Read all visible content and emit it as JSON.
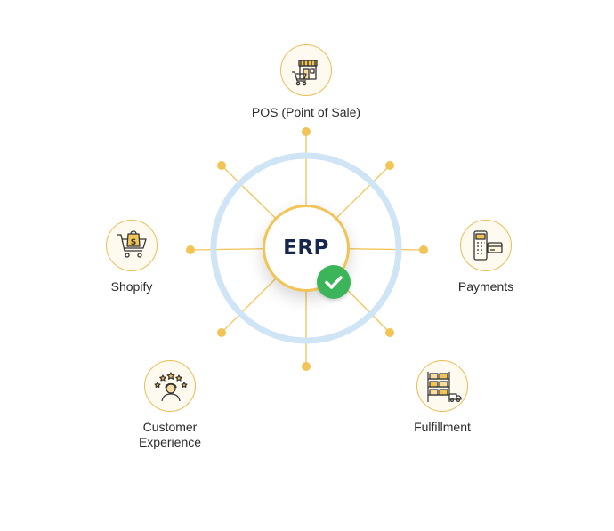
{
  "center": {
    "label": "ERP",
    "status_icon": "checkmark-icon",
    "status_color": "#3cb55a"
  },
  "colors": {
    "ring": "#cfe5f6",
    "accent": "#f2c456",
    "text": "#2b2b2b",
    "center_text": "#16264d"
  },
  "nodes": [
    {
      "id": "pos",
      "label": "POS (Point of Sale)",
      "icon": "store-cart-icon"
    },
    {
      "id": "shopify",
      "label": "Shopify",
      "icon": "shopify-cart-icon"
    },
    {
      "id": "payments",
      "label": "Payments",
      "icon": "payment-terminal-icon"
    },
    {
      "id": "customer",
      "label": "Customer Experience",
      "icon": "customer-rating-icon"
    },
    {
      "id": "fulfillment",
      "label": "Fulfillment",
      "icon": "warehouse-truck-icon"
    }
  ]
}
